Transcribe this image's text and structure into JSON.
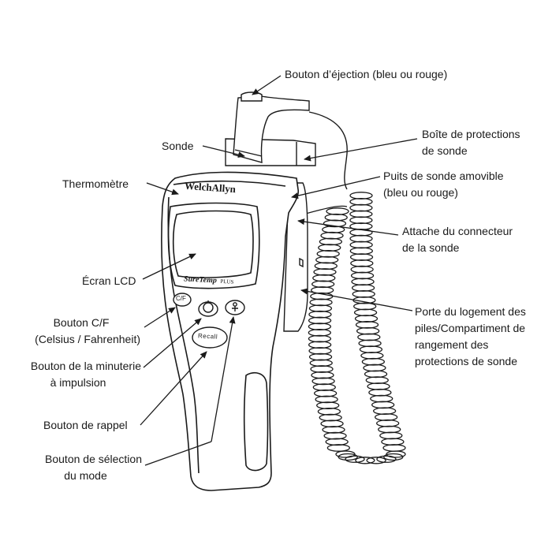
{
  "brand": {
    "logo_text": "WelchAllyn",
    "model_main": "SureTemp",
    "model_suffix": "PLUS"
  },
  "device_buttons": {
    "cf": "C/F",
    "recall": "Recall"
  },
  "labels": {
    "ejection": "Bouton d’éjection (bleu ou rouge)",
    "sonde": "Sonde",
    "boite_1": "Boîte de protections",
    "boite_2": "de sonde",
    "thermometre": "Thermomètre",
    "puits_1": "Puits de sonde amovible",
    "puits_2": "(bleu ou rouge)",
    "attache_1": "Attache du connecteur",
    "attache_2": "de la sonde",
    "ecran": "Écran LCD",
    "porte_1": "Porte du logement des",
    "porte_2": "piles/Compartiment de",
    "porte_3": "rangement des",
    "porte_4": "protections de sonde",
    "cf_1": "Bouton C/F",
    "cf_2": "(Celsius / Fahrenheit)",
    "minuterie_1": "Bouton de la minuterie",
    "minuterie_2": "à impulsion",
    "rappel": "Bouton de rappel",
    "mode_1": "Bouton de sélection",
    "mode_2": "du mode"
  },
  "colors": {
    "line": "#1a1a1a",
    "fill": "#ffffff",
    "body_shade": "#f4f4f4"
  }
}
